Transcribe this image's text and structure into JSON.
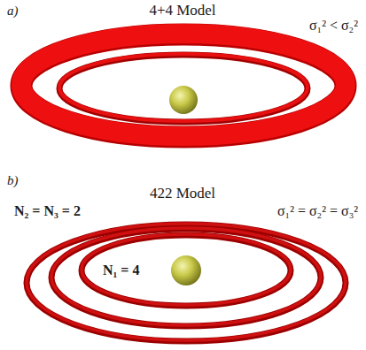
{
  "diagram": {
    "labels": [
      "a)",
      "4+4 Model",
      "σ₁² < σ₂²",
      "b)",
      "422 Model",
      "N₂ = N₃ = 2",
      "σ₁² = σ₂² = σ₃²",
      "N₁ = 4"
    ]
  }
}
